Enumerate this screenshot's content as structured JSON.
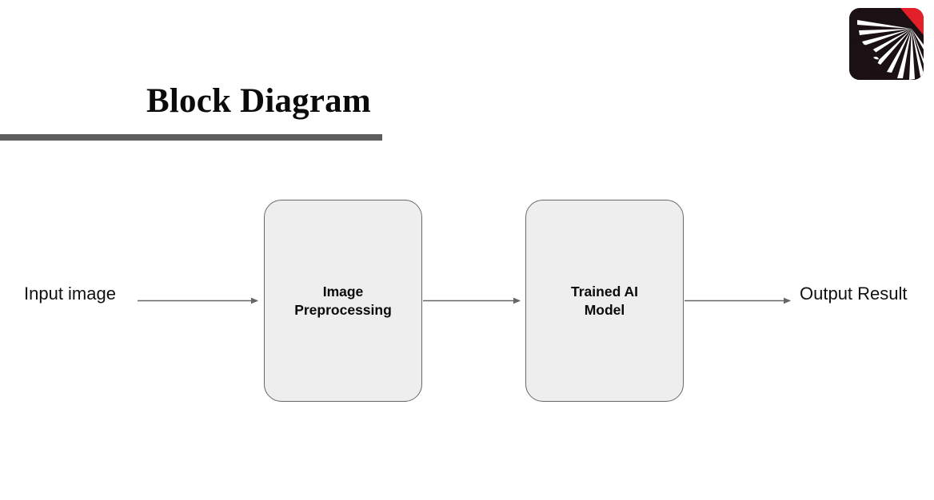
{
  "slide": {
    "title": "Block Diagram",
    "background_color": "#ffffff",
    "title_color": "#0b0b0b",
    "rule_color": "#5d5d5d"
  },
  "logo": {
    "name": "institution-logo",
    "description": "Rounded dark square with white sunburst rays, red corner wedge and a profile face silhouette",
    "dark_color": "#1b1014",
    "accent_color": "#e3202a",
    "ray_color": "#ffffff"
  },
  "diagram": {
    "type": "flow",
    "block_fill": "#eeeeee",
    "block_stroke": "#686868",
    "arrow_color": "#666666",
    "nodes": [
      {
        "id": "input",
        "kind": "label",
        "label": "Input image"
      },
      {
        "id": "preprocessing",
        "kind": "block",
        "label": "Image\nPreprocessing"
      },
      {
        "id": "model",
        "kind": "block",
        "label": "Trained AI\nModel"
      },
      {
        "id": "output",
        "kind": "label",
        "label": "Output Result"
      }
    ],
    "edges": [
      {
        "from": "input",
        "to": "preprocessing"
      },
      {
        "from": "preprocessing",
        "to": "model"
      },
      {
        "from": "model",
        "to": "output"
      }
    ]
  }
}
